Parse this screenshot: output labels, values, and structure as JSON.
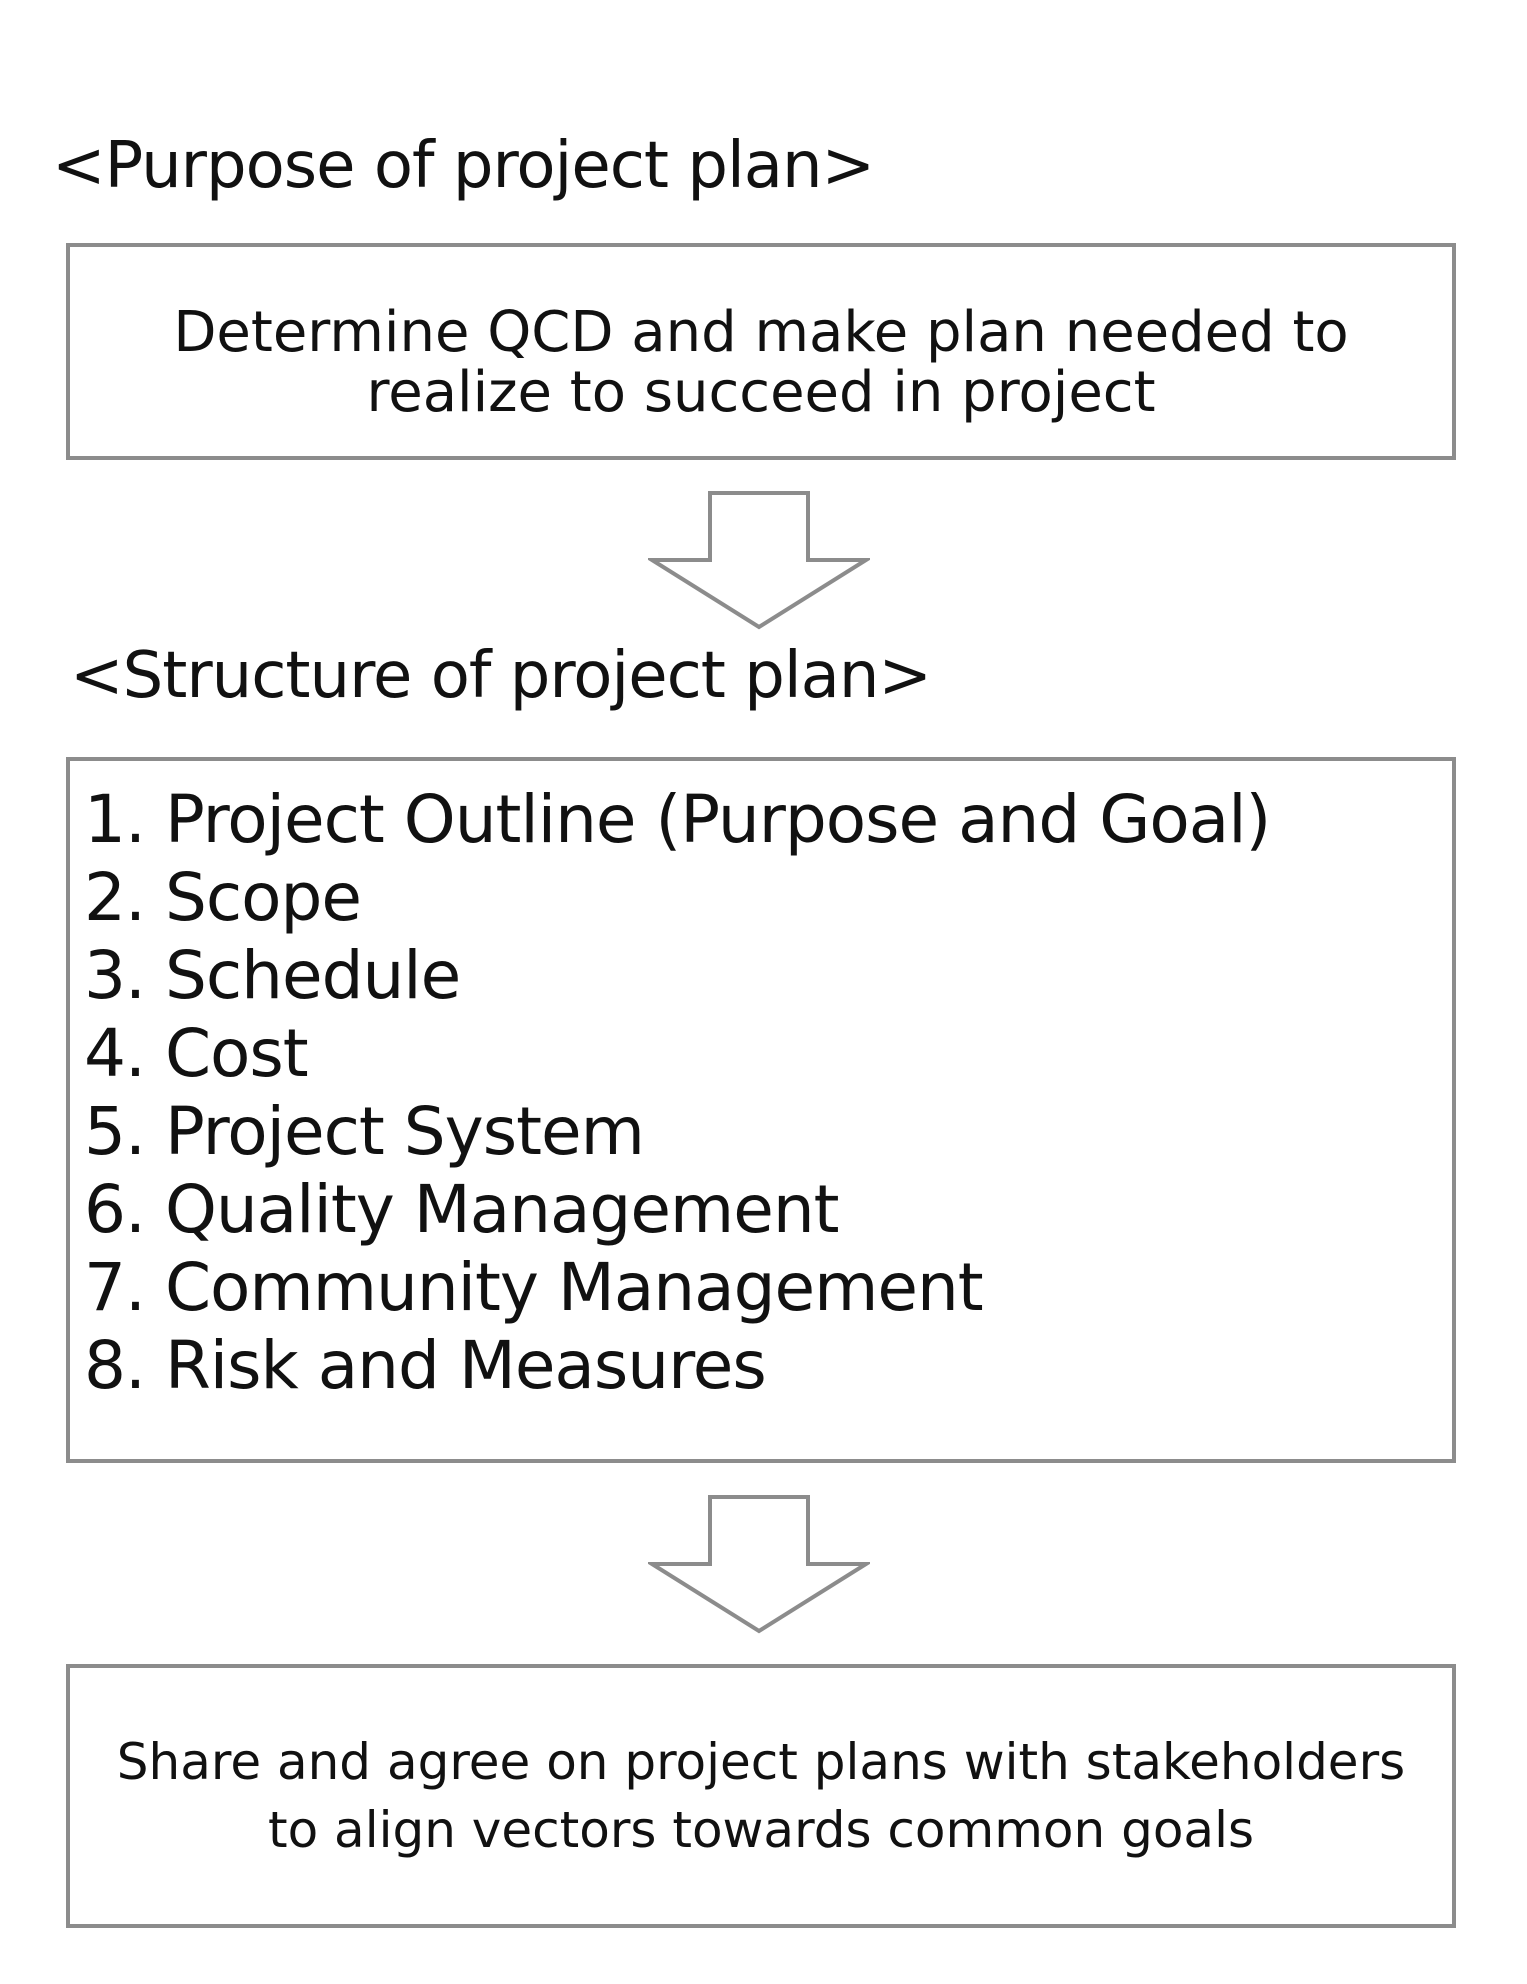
{
  "purpose": {
    "heading": "<Purpose of project plan>",
    "text_line1": "Determine QCD and make plan needed to",
    "text_line2": "realize to succeed in project"
  },
  "structure": {
    "heading": "<Structure of project plan>",
    "items": [
      "1. Project Outline (Purpose and Goal)",
      "2. Scope",
      "3. Schedule",
      "4. Cost",
      "5. Project System",
      "6. Quality Management",
      "7. Community Management",
      "8. Risk and Measures"
    ]
  },
  "outcome": {
    "text_line1": "Share and agree on project plans with stakeholders",
    "text_line2": "to align vectors towards common goals"
  },
  "colors": {
    "border": "#8c8c8c",
    "text": "#111111"
  }
}
